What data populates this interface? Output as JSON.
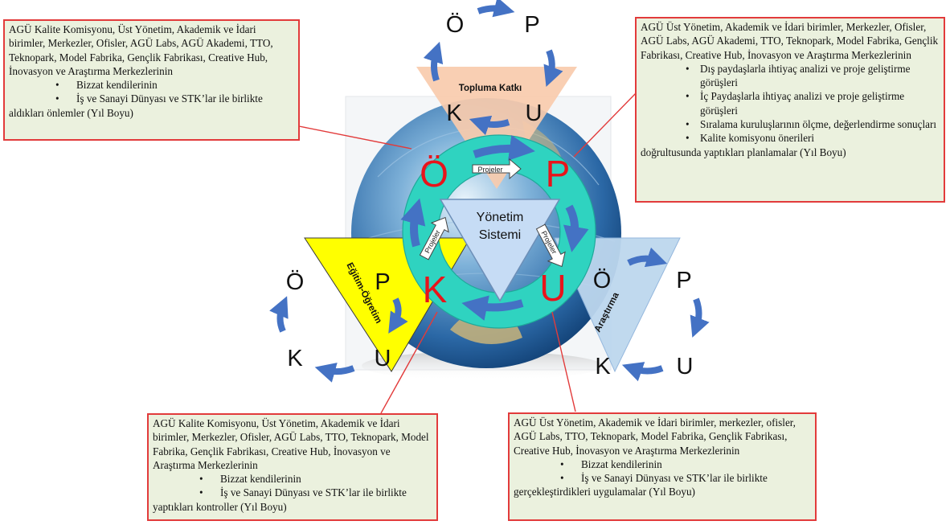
{
  "center": {
    "title_line1": "Yönetim",
    "title_line2": "Sistemi"
  },
  "inner_ring": {
    "letters": {
      "o": "Ö",
      "p": "P",
      "u": "U",
      "k": "K"
    },
    "project_label": "Projeler"
  },
  "cycles": {
    "topluma_katki": {
      "label": "Topluma Katkı",
      "letters": {
        "o": "Ö",
        "p": "P",
        "k": "K",
        "u": "U"
      }
    },
    "egitim_ogretim": {
      "label": "Eğitim-Öğretim",
      "letters": {
        "o": "Ö",
        "p": "P",
        "k": "K",
        "u": "U"
      }
    },
    "arastirma": {
      "label": "Araştırma",
      "letters": {
        "o": "Ö",
        "p": "P",
        "k": "K",
        "u": "U"
      }
    }
  },
  "notes": {
    "top_left": {
      "intro": "AGÜ Kalite Komisyonu, Üst Yönetim, Akademik ve İdari birimler, Merkezler, Ofisler, AGÜ Labs, AGÜ Akademi, TTO, Teknopark, Model Fabrika,  Gençlik Fabrikası, Creative Hub, İnovasyon ve Araştırma Merkezlerinin",
      "bullet1": "Bizzat kendilerinin",
      "bullet2": "İş ve Sanayi Dünyası ve STK’lar ile birlikte",
      "tail": "aldıkları önlemler (Yıl Boyu)"
    },
    "top_right": {
      "intro": "AGÜ Üst Yönetim, Akademik ve İdari birimler, Merkezler, Ofisler, AGÜ Labs, AGÜ Akademi, TTO, Teknopark, Model Fabrika,  Gençlik Fabrikası, Creative Hub, İnovasyon ve Araştırma Merkezlerinin",
      "bullet1": "Dış paydaşlarla ihtiyaç analizi ve proje geliştirme görüşleri",
      "bullet2": "İç Paydaşlarla ihtiyaç analizi ve proje geliştirme görüşleri",
      "bullet3": "Sıralama kuruluşlarının ölçme, değerlendirme sonuçları",
      "bullet4": "Kalite komisyonu önerileri",
      "tail": "doğrultusunda yaptıkları planlamalar (Yıl Boyu)"
    },
    "bottom_left": {
      "intro": "AGÜ Kalite Komisyonu, Üst Yönetim, Akademik ve İdari birimler, Merkezler, Ofisler, AGÜ Labs, TTO, Teknopark, Model Fabrika,  Gençlik Fabrikası, Creative Hub, İnovasyon ve Araştırma Merkezlerinin",
      "bullet1": "Bizzat kendilerinin",
      "bullet2": "İş ve Sanayi Dünyası ve STK’lar ile birlikte",
      "tail": "yaptıkları kontroller (Yıl Boyu)"
    },
    "bottom_right": {
      "intro": "AGÜ Üst Yönetim, Akademik ve İdari birimler, merkezler, ofisler, AGÜ Labs, TTO, Teknopark, Model Fabrika,  Gençlik Fabrikası, Creative Hub, İnovasyon ve Araştırma Merkezlerinin",
      "bullet1": "Bizzat kendilerinin",
      "bullet2": "İş ve Sanayi Dünyası ve STK’lar ile birlikte",
      "tail": "gerçekleştirdikleri uygulamalar (Yıl Boyu)"
    }
  },
  "colors": {
    "border_red": "#e23b3b",
    "note_fill": "#ebf1de",
    "ring_teal": "#2fd3c0",
    "arrow_blue": "#4472c4",
    "topluma_fill": "#f8cbad",
    "egitim_fill": "#ffff00",
    "arastirma_fill": "#bdd7ee",
    "center_fill": "#c6dcf5",
    "red_letter": "#e8141b"
  },
  "globe": {
    "image_alt": "globe"
  }
}
